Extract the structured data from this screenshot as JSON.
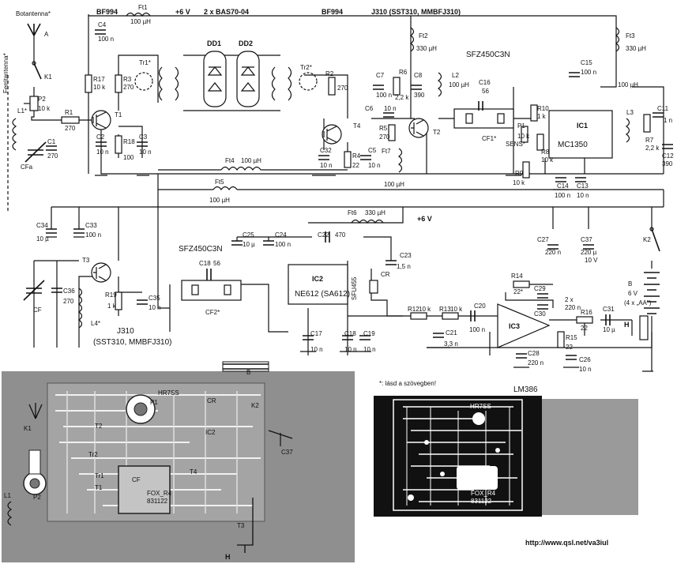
{
  "labels": {
    "botantenna": "Botantenna*",
    "a": "A",
    "ferritantenna": "Ferritantenna*",
    "k1": "K1",
    "p2": "P2",
    "p2_val": "10 k",
    "r1": "R1",
    "r1_val": "270",
    "l1": "L1*",
    "c1": "C1",
    "c1_val": "270",
    "cf_top": "CFa",
    "bf994_a": "BF994",
    "bf994_b": "BF994",
    "ft1": "Ft1",
    "ft1_val": "100 µH",
    "plus6v_top": "+6 V",
    "bas": "2 x BAS70-04",
    "j310_top": "J310 (SST310, MMBFJ310)",
    "c4": "C4",
    "c4_val": "100 n",
    "r17": "R17",
    "r17_val": "10 k",
    "r3": "R3",
    "r3_val": "270",
    "t1": "T1",
    "c2": "C2",
    "c2_val": "10 n",
    "r18": "R18",
    "r18_val": "100",
    "c3": "C3",
    "c3_val": "10 n",
    "tr1": "Tr1*",
    "dd1": "DD1",
    "dd2": "DD2",
    "tr2": "Tr2*",
    "r2": "R2",
    "r2_val": "270",
    "t4": "T4",
    "c32": "C32",
    "c32_val": "10 n",
    "r4": "R4",
    "r4_val": "22",
    "c5": "C5",
    "c5_val": "10 n",
    "ft2": "Ft2",
    "ft2_val": "330 µH",
    "c7": "C7",
    "c7_val": "100 n",
    "r6": "R6",
    "r6_val": "2,2 k",
    "c8": "C8",
    "c8_val": "390",
    "l2": "L2",
    "l2_val": "100 µH",
    "c6": "C6",
    "c6_val": "10 n",
    "r5": "R5",
    "r5_val": "270",
    "t2": "T2",
    "ft7": "Ft7",
    "ft7_val": "100 µH",
    "sfz_top": "SFZ450C3N",
    "ft3": "Ft3",
    "ft3_val": "330 µH",
    "c15": "C15",
    "c15_val": "100 n",
    "c16": "C16",
    "c16_val": "56",
    "cf1": "CF1*",
    "r10": "R10",
    "r10_val": "1 k",
    "p1": "P1",
    "p1_val": "10 k",
    "sens": "SENS*",
    "r9": "R9",
    "r9_val": "10 k",
    "r8": "R8",
    "r8_val": "10 k",
    "ic1": "IC1",
    "ic1_name": "MC1350",
    "l3": "L3",
    "l3_val": "100 µH",
    "r7": "R7",
    "r7_val": "2,2 k",
    "c11": "C11",
    "c11_val": "1 n",
    "c12": "C12",
    "c12_val": "390",
    "c14": "C14",
    "c14_val": "100 n",
    "c13": "C13",
    "c13_val": "10 n",
    "ft4": "Ft4",
    "ft4_val": "100 µH",
    "ft5": "Ft5",
    "ft5_val": "100 µH",
    "ft6": "Ft6",
    "ft6_val": "330 µH",
    "plus6v_mid": "+6 V",
    "c34": "C34",
    "c34_val": "10 µ",
    "c33": "C33",
    "c33_val": "100 n",
    "c25": "C25",
    "c25_val": "10 µ",
    "c24": "C24",
    "c24_val": "100 n",
    "c22": "C22",
    "c22_val": "470",
    "c23": "C23",
    "c23_val": "1,5 n",
    "sfz_mid": "SFZ450C3N",
    "c18_top": "C18",
    "c18_top_val": "56",
    "cf2": "CF2*",
    "ic2": "IC2",
    "ic2_name": "NE612 (SA612)",
    "sfu": "SFU455",
    "cr": "CR",
    "c17": "C17",
    "c17_val": "10 n",
    "c18": "C18",
    "c18_val": "10 n",
    "c19": "C19",
    "c19_val": "10 n",
    "t3": "T3",
    "c36": "C36",
    "c36_val": "270",
    "cf_low": "CF",
    "l4": "L4*",
    "r19": "R19",
    "r19_val": "1 k",
    "c35": "C35",
    "c35_val": "10 n",
    "j310_low": "J310",
    "j310_low_alt": "(SST310, MMBFJ310)",
    "c27": "C27",
    "c27_val": "220 n",
    "c37": "C37",
    "c37_val": "220 µ",
    "c37_v": "10 V",
    "k2": "K2",
    "batt_b": "B",
    "batt_v": "6 V",
    "batt_cells": "(4 x „AA\")",
    "r14": "R14",
    "r14_val": "22*",
    "c29": "C29",
    "c30": "C30",
    "c29_30_val": "2 x",
    "c29_30_val2": "220 n",
    "r12": "R12",
    "r12_val": "10 k",
    "r13": "R13",
    "r13_val": "10 k",
    "c20": "C20",
    "c20_val": "100 n",
    "c21": "C21",
    "c21_val": "3,3 n",
    "ic3": "IC3",
    "c28": "C28",
    "c28_val": "220 n",
    "r16": "R16",
    "r16_val": "22",
    "c31": "C31",
    "c31_val": "10 µ",
    "h": "H",
    "r15": "R15",
    "r15_val": "22",
    "c26": "C26",
    "c26_val": "10 n",
    "lm386": "LM386",
    "note": "*: lásd a szövegben!",
    "url": "http://www.qsl.net/va3iul"
  },
  "layout_labels": {
    "hr7ss_a": "HR7SS",
    "hr7ss_b": "HR7SS",
    "fox_a": "FOX_R4",
    "fox_b": "FOX_R4",
    "date_a": "831122",
    "date_b": "831122",
    "p1": "P1",
    "p2": "P2",
    "k1": "K1",
    "k2": "K2",
    "l1": "L1",
    "t1": "T1",
    "t2": "T2",
    "t3": "T3",
    "t4": "T4",
    "cf": "CF",
    "cr": "CR",
    "ic2": "IC2",
    "tr1": "Tr1",
    "tr2": "Tr2",
    "b": "B",
    "h": "H",
    "c37": "C37"
  },
  "colors": {
    "pcb_gray": "#8f8f8f",
    "pcb_black": "#111111",
    "copper_white": "#ffffff",
    "ink": "#111111"
  }
}
